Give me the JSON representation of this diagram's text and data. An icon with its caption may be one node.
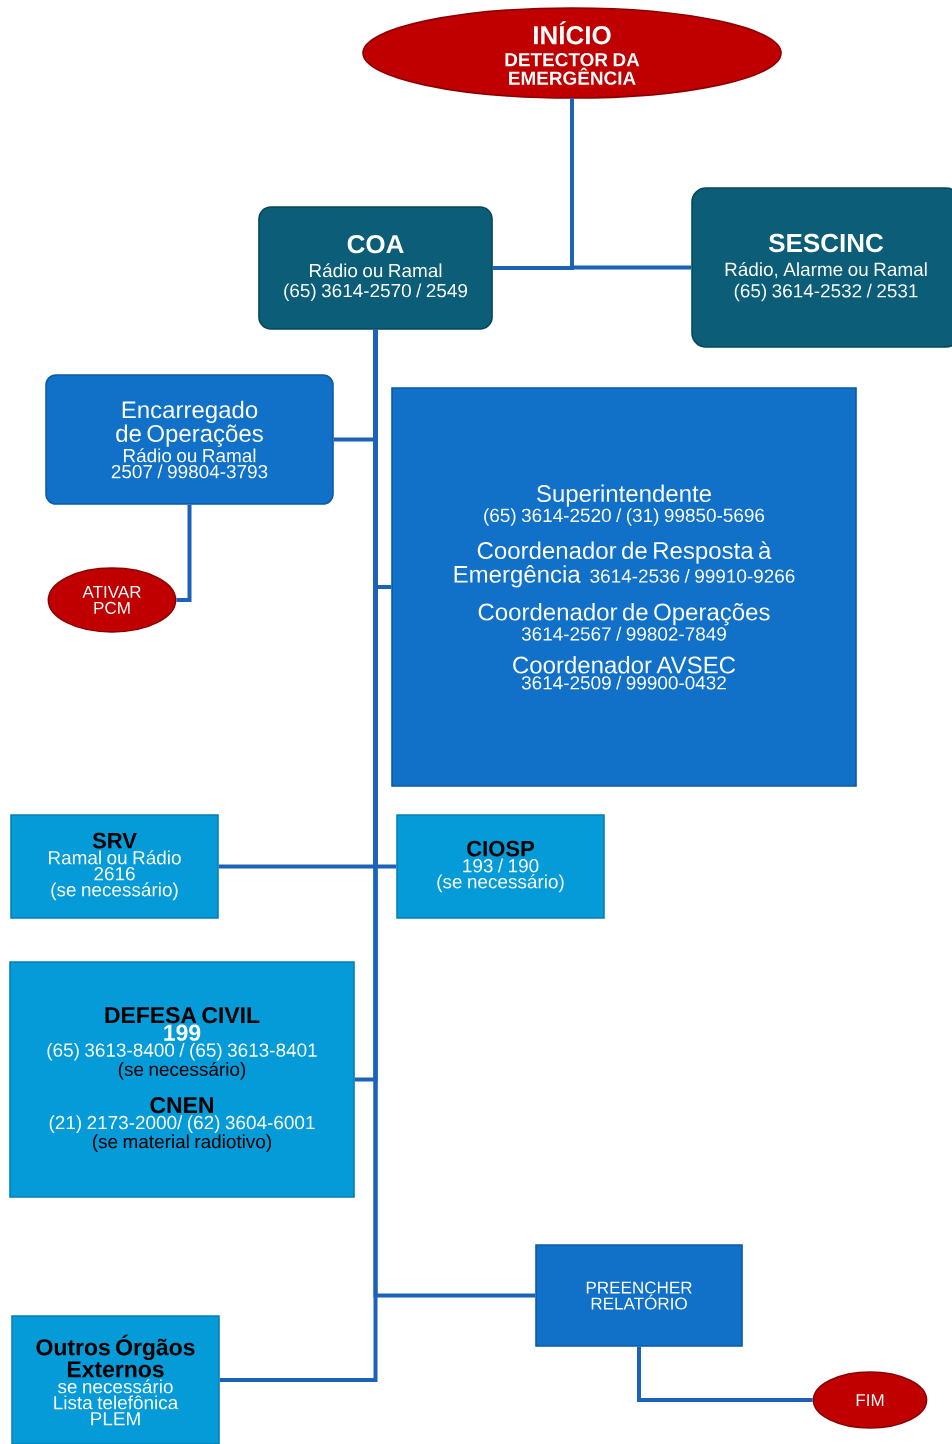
{
  "diagram": {
    "nodes": [
      {
        "text": [
          "INÍCIO",
          "DETECTOR DA EMERGÊNCIA"
        ]
      },
      {
        "text": [
          "COA",
          "Rádio ou Ramal",
          "(65) 3614-2570 / 2549"
        ]
      },
      {
        "text": [
          "SESCINC",
          "Rádio, Alarme ou Ramal",
          "(65) 3614-2532 / 2531"
        ]
      },
      {
        "text": [
          "Encarregado de Operações",
          "Rádio ou Ramal",
          "2507 / 99804-3793"
        ]
      },
      {
        "text": [
          "ATIVAR PCM"
        ]
      },
      {
        "text": [
          "Superintendente",
          "(65) 3614-2520 / (31) 99850-5696",
          "Coordenador de Resposta à Emergência",
          "3614-2536 / 99910-9266",
          "Coordenador de Operações",
          "3614-2567 / 99802-7849",
          "Coordenador AVSEC",
          "3614-2509 / 99900-0432"
        ]
      },
      {
        "text": [
          "SRV",
          "Ramal ou Rádio",
          "2616",
          "(se necessário)"
        ]
      },
      {
        "text": [
          "CIOSP",
          "193 / 190",
          "(se necessário)"
        ]
      },
      {
        "text": [
          "DEFESA CIVIL",
          "199",
          "(65) 3613-8400 / (65) 3613-8401",
          "(se necessário)",
          "CNEN",
          "(21) 2173-2000/ (62) 3604-6001",
          "(se material radiotivo)"
        ]
      },
      {
        "text": [
          "PREENCHER RELATÓRIO"
        ]
      },
      {
        "text": [
          "Outros Órgãos Externos",
          "se necessário",
          "Lista telefônica",
          "PLEM"
        ]
      },
      {
        "text": [
          "FIM"
        ]
      }
    ],
    "edges": [
      {
        "from": 0,
        "to": 1,
        "arrow": "none"
      },
      {
        "from": 0,
        "to": 2,
        "arrow": "none"
      },
      {
        "from": 1,
        "to": 3,
        "arrow": "none"
      },
      {
        "from": 1,
        "to": 5,
        "arrow": "none"
      },
      {
        "from": 1,
        "to": 6,
        "arrow": "none"
      },
      {
        "from": 1,
        "to": 7,
        "arrow": "none"
      },
      {
        "from": 1,
        "to": 8,
        "arrow": "none"
      },
      {
        "from": 1,
        "to": 9,
        "arrow": "none"
      },
      {
        "from": 1,
        "to": 10,
        "arrow": "none"
      },
      {
        "from": 3,
        "to": 4,
        "arrow": "none"
      },
      {
        "from": 9,
        "to": 11,
        "arrow": "none"
      }
    ]
  }
}
